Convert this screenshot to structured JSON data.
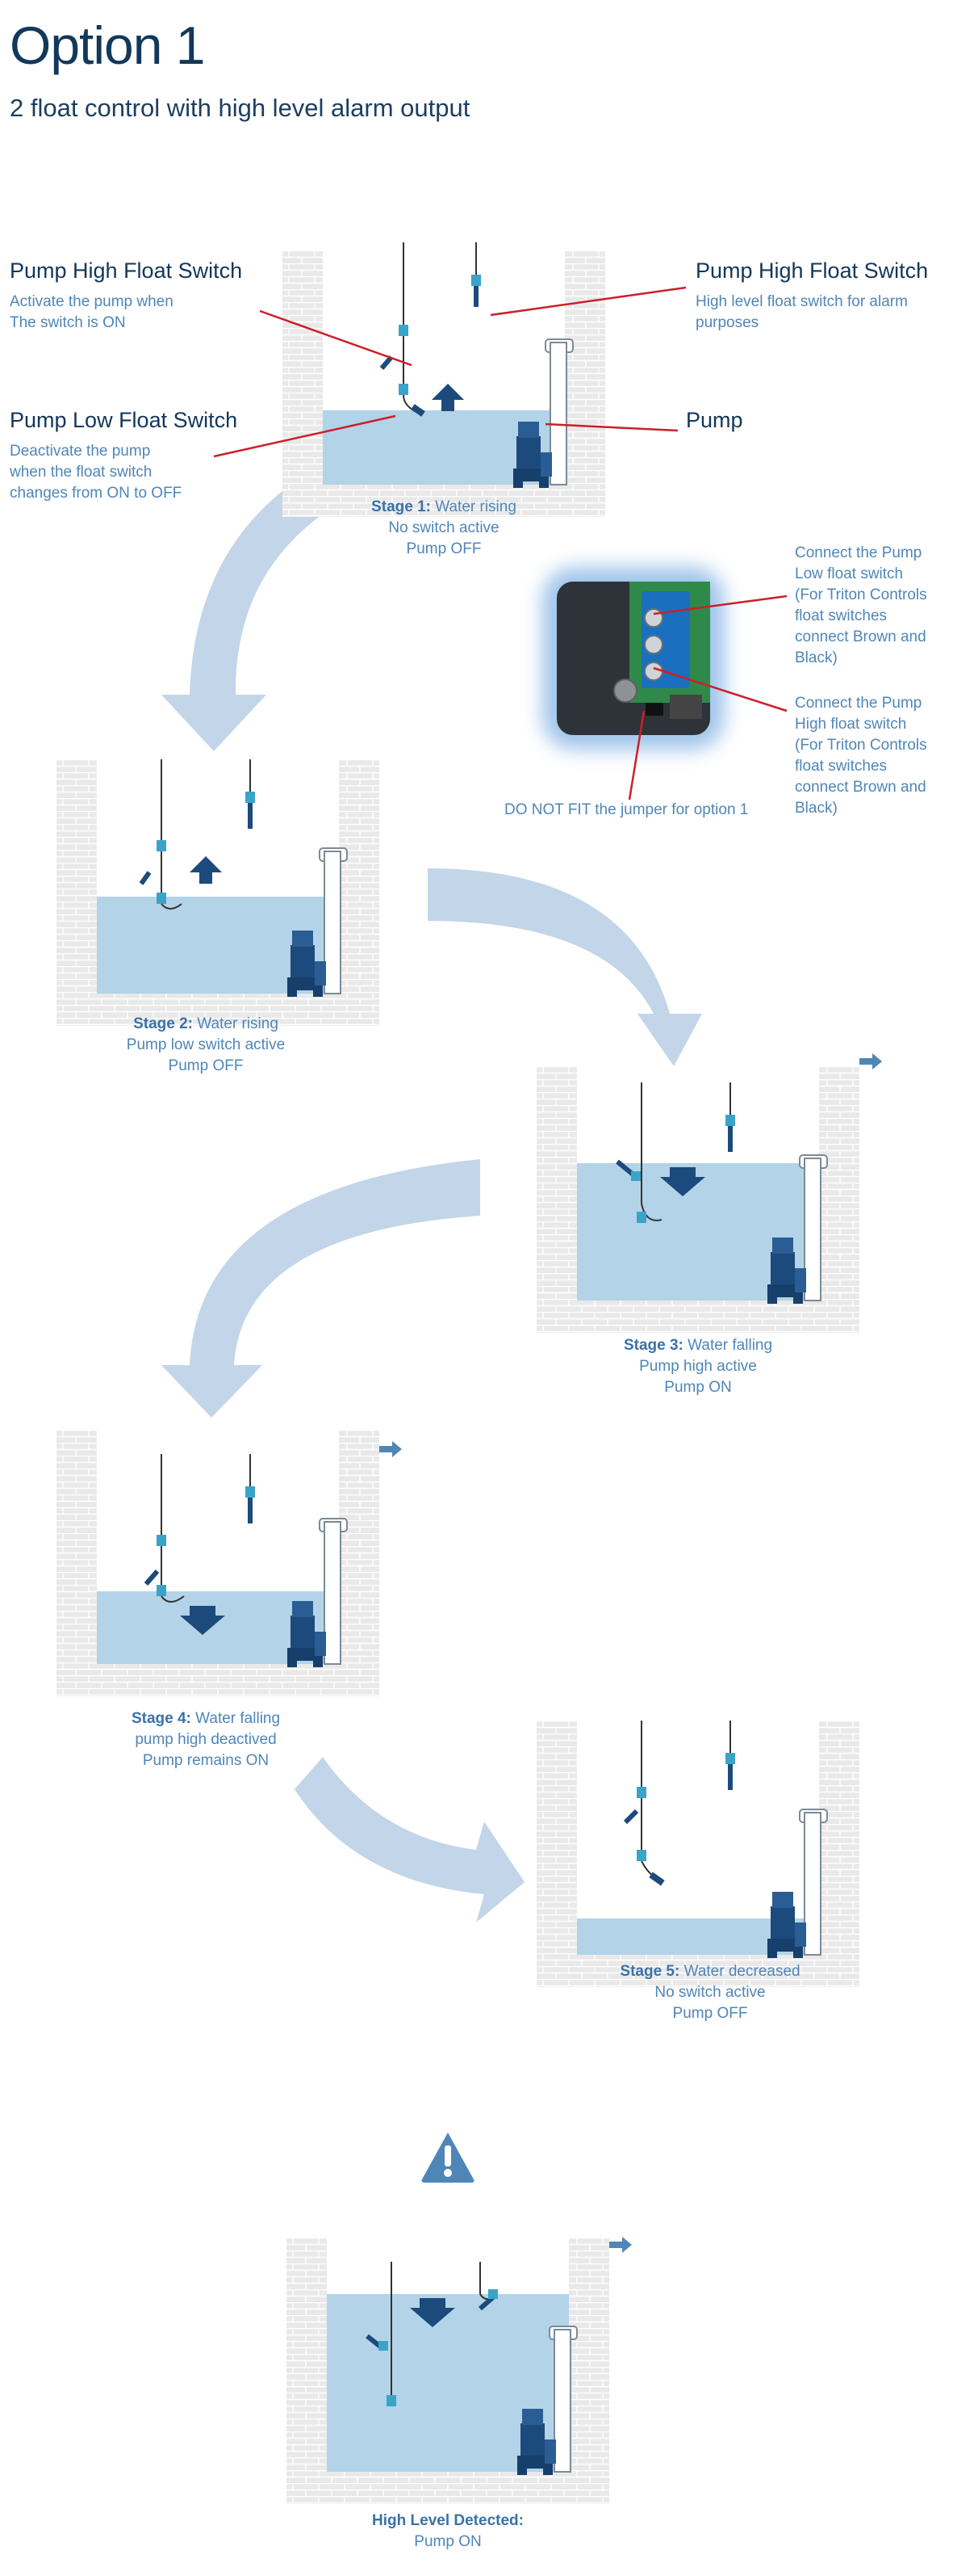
{
  "header": {
    "title": "Option 1",
    "subtitle": "2 float control with high level alarm output"
  },
  "labels": {
    "pump_high_left": {
      "heading": "Pump High Float Switch",
      "desc_1": "Activate the pump when",
      "desc_2": "The switch is ON"
    },
    "pump_high_right": {
      "heading": "Pump High Float Switch",
      "desc_1": "High level float switch for alarm",
      "desc_2": "purposes"
    },
    "pump_low": {
      "heading": "Pump Low Float Switch",
      "desc_1": "Deactivate the pump",
      "desc_2": "when the float switch",
      "desc_3": "changes from ON to OFF"
    },
    "pump": {
      "heading": "Pump"
    }
  },
  "wiring": {
    "low_note": [
      "Connect the Pump",
      "Low float switch",
      "(For Triton Controls",
      "float switches",
      "connect Brown and",
      "Black)"
    ],
    "high_note": [
      "Connect the Pump",
      "High float switch",
      "(For Triton Controls",
      "float switches",
      "connect Brown and",
      "Black)"
    ],
    "jumper_note": "DO NOT FIT the jumper for option 1"
  },
  "stages": [
    {
      "title": "Stage 1:",
      "text": "Water rising",
      "line2": "No switch active",
      "line3": "Pump OFF"
    },
    {
      "title": "Stage 2:",
      "text": "Water rising",
      "line2": "Pump low switch active",
      "line3": "Pump OFF"
    },
    {
      "title": "Stage 3:",
      "text": "Water falling",
      "line2": "Pump high active",
      "line3": "Pump ON"
    },
    {
      "title": "Stage 4:",
      "text": "Water falling",
      "line2": "pump high deactived",
      "line3": "Pump remains ON"
    },
    {
      "title": "Stage 5:",
      "text": "Water decreased",
      "line2": "No switch active",
      "line3": "Pump OFF"
    },
    {
      "title": "High Level Detected:",
      "text": "",
      "line2": "Pump ON",
      "line3": ""
    }
  ],
  "colors": {
    "water": "#b3d3e8",
    "brick": "#e6e6e6",
    "arrow": "#c0d3e7",
    "pump": "#1c4a7c",
    "float_blue": "#3aa4c8",
    "callout": "#cc1f2a",
    "heading": "#13375a",
    "text_blue": "#4f86b8"
  },
  "icons": {
    "warning": "warning-triangle-icon"
  }
}
